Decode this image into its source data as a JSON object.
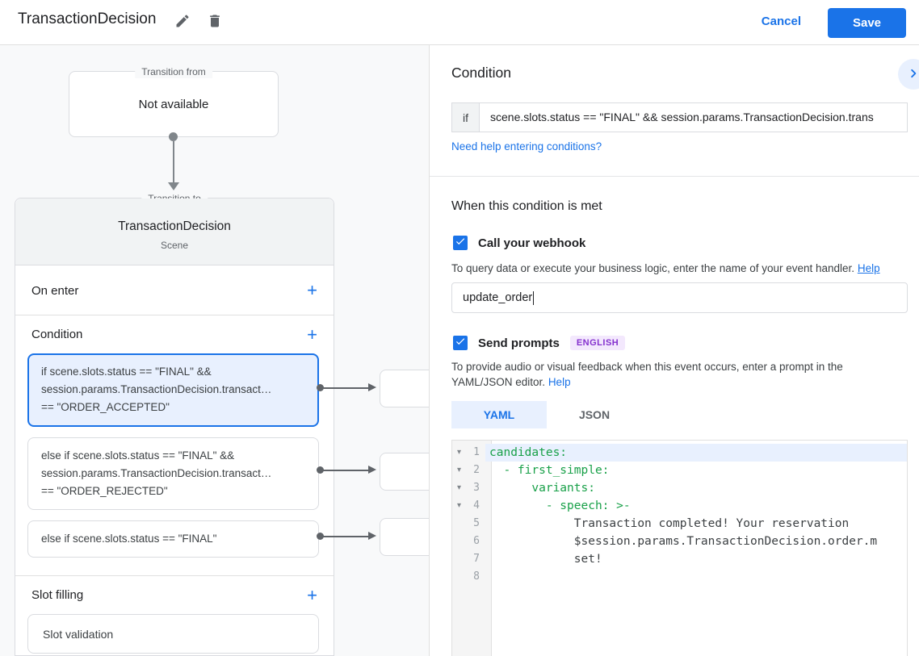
{
  "topbar": {
    "title": "TransactionDecision",
    "cancel": "Cancel",
    "save": "Save"
  },
  "flow": {
    "transition_from": {
      "label": "Transition from",
      "content": "Not available"
    },
    "transition_to": {
      "label": "Transition to",
      "title": "TransactionDecision",
      "subtitle": "Scene"
    },
    "on_enter": {
      "label": "On enter",
      "add": "+"
    },
    "condition": {
      "label": "Condition",
      "add": "+",
      "cards": [
        {
          "selected": true,
          "lines": [
            "if scene.slots.status == \"FINAL\" &&",
            "session.params.TransactionDecision.transact…",
            "== \"ORDER_ACCEPTED\""
          ]
        },
        {
          "selected": false,
          "lines": [
            "else if scene.slots.status == \"FINAL\" &&",
            "session.params.TransactionDecision.transact…",
            "== \"ORDER_REJECTED\""
          ]
        },
        {
          "selected": false,
          "lines": [
            "else if scene.slots.status == \"FINAL\""
          ]
        }
      ]
    },
    "slot_filling": {
      "label": "Slot filling",
      "add": "+",
      "items": [
        "Slot validation"
      ]
    }
  },
  "panel": {
    "title": "Condition",
    "condition_if": {
      "prefix": "if",
      "value": "scene.slots.status == \"FINAL\" && session.params.TransactionDecision.trans"
    },
    "help_link": "Need help entering conditions?",
    "when_met_title": "When this condition is met",
    "webhook": {
      "label": "Call your webhook",
      "checked": true,
      "description": "To query data or execute your business logic, enter the name of your event handler.",
      "help_link": "Help",
      "handler_value": "update_order"
    },
    "prompts": {
      "label": "Send prompts",
      "checked": true,
      "badge": "ENGLISH",
      "description": "To provide audio or visual feedback when this event occurs, enter a prompt in the YAML/JSON editor.",
      "help_link": "Help"
    },
    "tabs": [
      {
        "label": "YAML",
        "active": true
      },
      {
        "label": "JSON",
        "active": false
      }
    ],
    "editor": {
      "language": "yaml",
      "lines": [
        {
          "num": "1",
          "fold": "▾",
          "text": "candidates:"
        },
        {
          "num": "2",
          "fold": "▾",
          "text": "  - first_simple:"
        },
        {
          "num": "3",
          "fold": "▾",
          "text": "      variants:"
        },
        {
          "num": "4",
          "fold": "▾",
          "text": "        - speech: >-"
        },
        {
          "num": "5",
          "fold": "",
          "text": "            Transaction completed! Your reservation"
        },
        {
          "num": "6",
          "fold": "",
          "text": "            $session.params.TransactionDecision.order.m"
        },
        {
          "num": "7",
          "fold": "",
          "text": "            set!"
        },
        {
          "num": "8",
          "fold": "",
          "text": ""
        }
      ]
    }
  },
  "colors": {
    "accent_blue": "#1a73e8",
    "selection_blue": "#e8f0fe",
    "canvas_gray": "#f8f9fa",
    "border_gray": "#dadce0",
    "yaml_key_green": "#18a048",
    "badge_purple_text": "#8430ce",
    "badge_purple_bg": "#f3e8fd"
  }
}
